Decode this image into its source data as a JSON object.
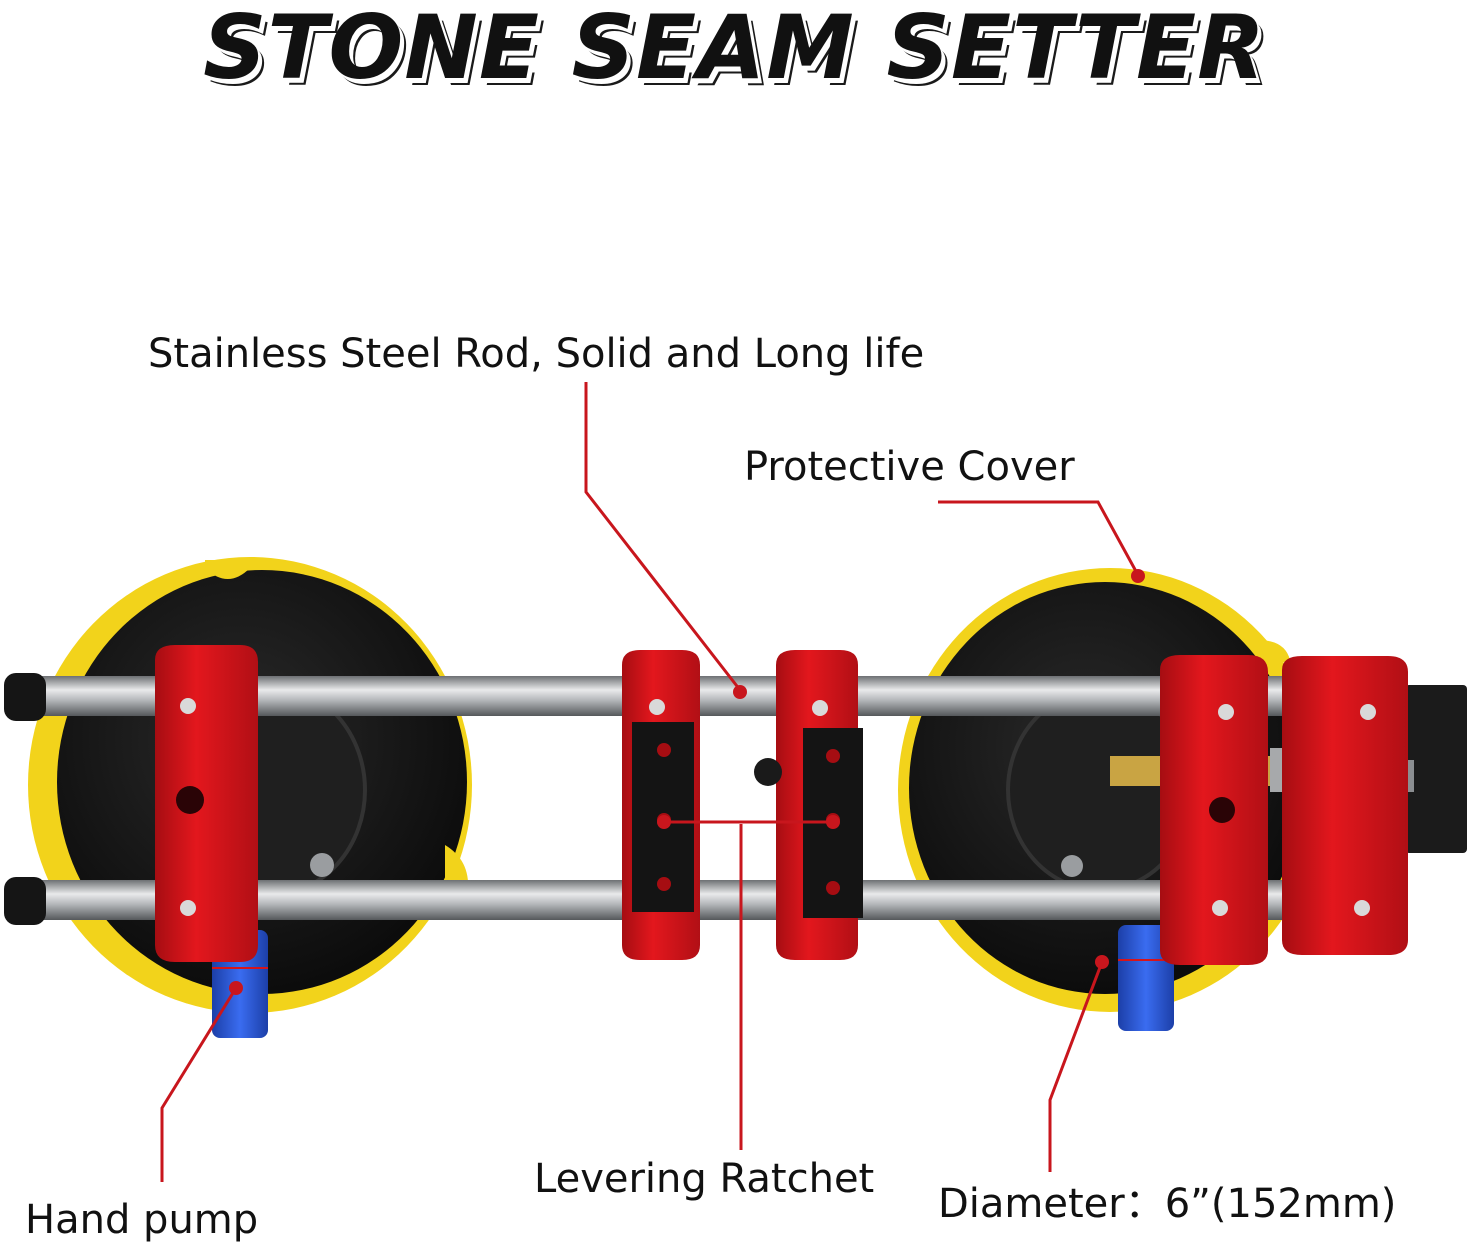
{
  "title": "STONE SEAM SETTER",
  "callouts": {
    "rod": "Stainless Steel Rod, Solid and Long life",
    "cover": "Protective Cover",
    "pump": "Hand pump",
    "ratchet": "Levering Ratchet",
    "diameter": "Diameter：6”(152mm)"
  },
  "colors": {
    "callout_line": "#c8161d",
    "frame_red": "#d7141a",
    "cup_yellow": "#f2d31b",
    "cup_black": "#141414",
    "rod_steel": "#b9bcbf",
    "pump_blue": "#2a5bd7"
  }
}
